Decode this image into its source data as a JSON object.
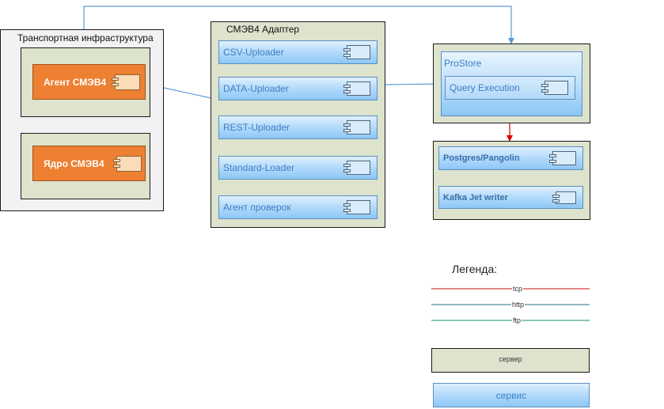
{
  "transport": {
    "title": "Транспортная инфраструктура",
    "agent": "Агент СМЭВ4",
    "core": "Ядро СМЭВ4"
  },
  "adapter": {
    "title": "СМЭВ4 Адаптер",
    "services": [
      "CSV-Uploader",
      "DATA-Uploader",
      "REST-Uploader",
      "Standard-Loader",
      "Агент проверок"
    ]
  },
  "prostore": {
    "title": "ProStore",
    "query": "Query Execution"
  },
  "storage": {
    "postgres": "Postgres/Pangolin",
    "kafka": "Kafka Jet writer"
  },
  "legend": {
    "title": "Легенда:",
    "lines": [
      {
        "label": "tcp",
        "color": "#cc1111"
      },
      {
        "label": "http",
        "color": "#1f6f8b"
      },
      {
        "label": "ftp",
        "color": "#18905a"
      }
    ],
    "server": "сервер",
    "service": "сервис"
  },
  "colors": {
    "http_arrow": "#5b9bd5",
    "tcp_arrow": "#dd0000",
    "component_orange": "#ee8032",
    "server_fill": "#dde3cd"
  }
}
